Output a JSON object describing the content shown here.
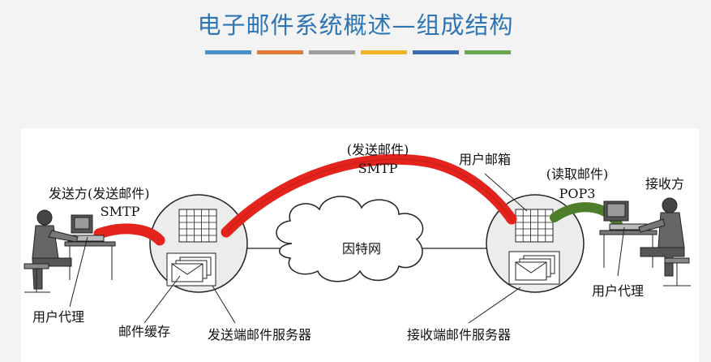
{
  "slide": {
    "title": "电子邮件系统概述—组成结构",
    "accent_bar_colors": [
      "#4a90c8",
      "#e07a37",
      "#9e9e9e",
      "#f0b323",
      "#3b6cb4",
      "#6aa84f"
    ]
  },
  "diagram": {
    "sender": {
      "label": "发送方(发送邮件)",
      "protocol": "SMTP",
      "agent": "用户代理"
    },
    "server_to_server": {
      "label": "(发送邮件)",
      "protocol": "SMTP"
    },
    "mailbox_label": "用户邮箱",
    "receive": {
      "label": "(读取邮件)",
      "protocol": "POP3"
    },
    "receiver": {
      "label": "接收方",
      "agent": "用户代理"
    },
    "mail_cache_label": "邮件缓存",
    "send_server_label": "发送端邮件服务器",
    "receive_server_label": "接收端邮件服务器",
    "internet_label": "因特网",
    "colors": {
      "smtp_pipe": "#e4231c",
      "pop3_pipe": "#4e7d2c"
    }
  }
}
